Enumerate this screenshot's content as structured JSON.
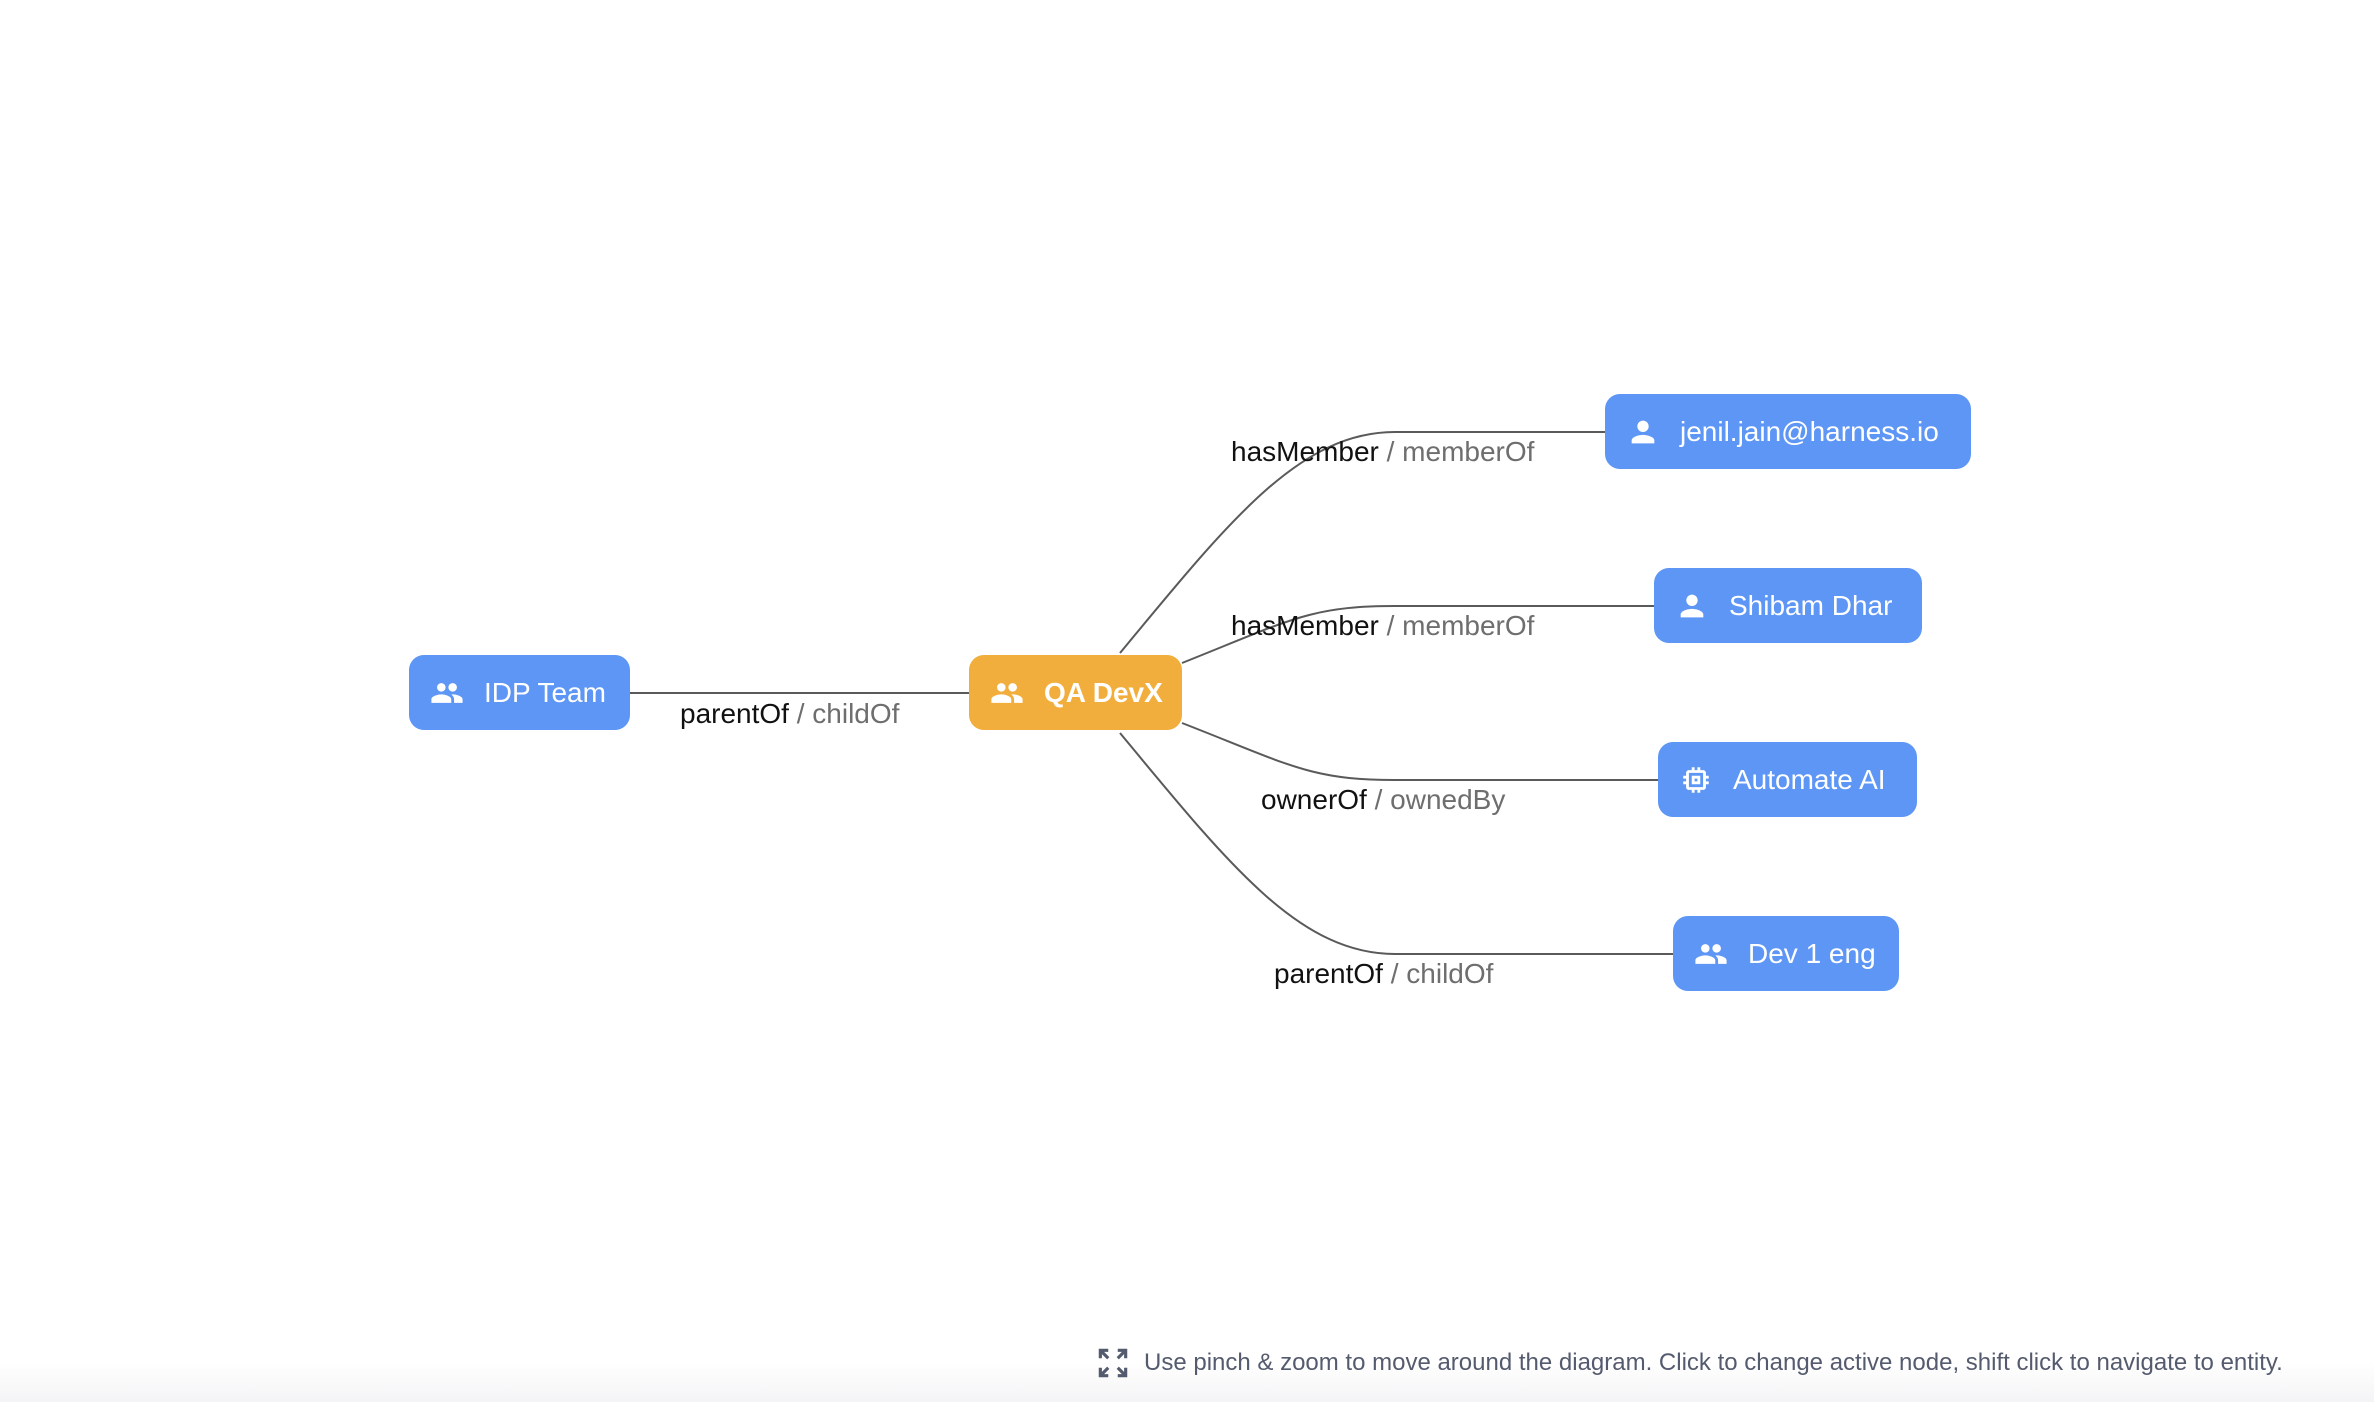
{
  "colors": {
    "node": "#5e96f5",
    "active_node": "#f2ae3d",
    "edge": "#5a5a5a"
  },
  "nodes": {
    "idp_team": {
      "label": "IDP Team",
      "icon": "group-icon"
    },
    "qa_devx": {
      "label": "QA DevX",
      "icon": "group-icon",
      "active": true
    },
    "jenil": {
      "label": "jenil.jain@harness.io",
      "icon": "person-icon"
    },
    "shibam": {
      "label": "Shibam Dhar",
      "icon": "person-icon"
    },
    "automate_ai": {
      "label": "Automate AI",
      "icon": "chip-icon"
    },
    "dev1eng": {
      "label": "Dev 1 eng",
      "icon": "group-icon"
    }
  },
  "edges": {
    "idp_to_qa": {
      "forward": "parentOf",
      "reverse": " / childOf"
    },
    "qa_to_jenil": {
      "forward": "hasMember",
      "reverse": " / memberOf"
    },
    "qa_to_shibam": {
      "forward": "hasMember",
      "reverse": " / memberOf"
    },
    "qa_to_automate": {
      "forward": "ownerOf",
      "reverse": " / ownedBy"
    },
    "qa_to_dev1": {
      "forward": "parentOf",
      "reverse": " / childOf"
    }
  },
  "hint": {
    "text": "Use pinch & zoom to move around the diagram. Click to change active node, shift click to navigate to entity."
  }
}
